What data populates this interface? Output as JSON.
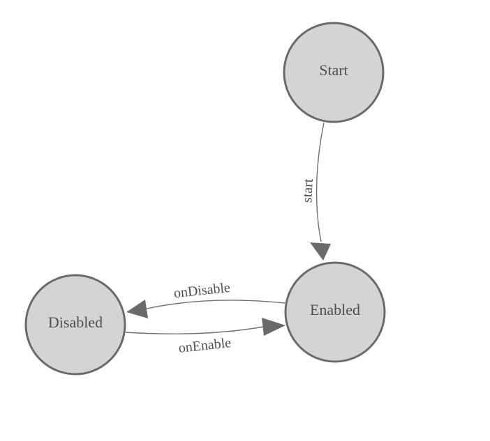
{
  "theme": {
    "background": "#ffffff",
    "node_fill": "#d4d4d4",
    "node_stroke": "#6a6a6a",
    "edge_color": "#707070",
    "arrow_fill": "#6a6a6a",
    "label_color": "#4f4f4f"
  },
  "diagram": {
    "type": "state-machine",
    "nodes": [
      {
        "id": "start",
        "label": "Start"
      },
      {
        "id": "enabled",
        "label": "Enabled"
      },
      {
        "id": "disabled",
        "label": "Disabled"
      }
    ],
    "edges": [
      {
        "from": "Start",
        "to": "Enabled",
        "label": "start"
      },
      {
        "from": "Enabled",
        "to": "Disabled",
        "label": "onDisable"
      },
      {
        "from": "Disabled",
        "to": "Enabled",
        "label": "onEnable"
      }
    ]
  }
}
